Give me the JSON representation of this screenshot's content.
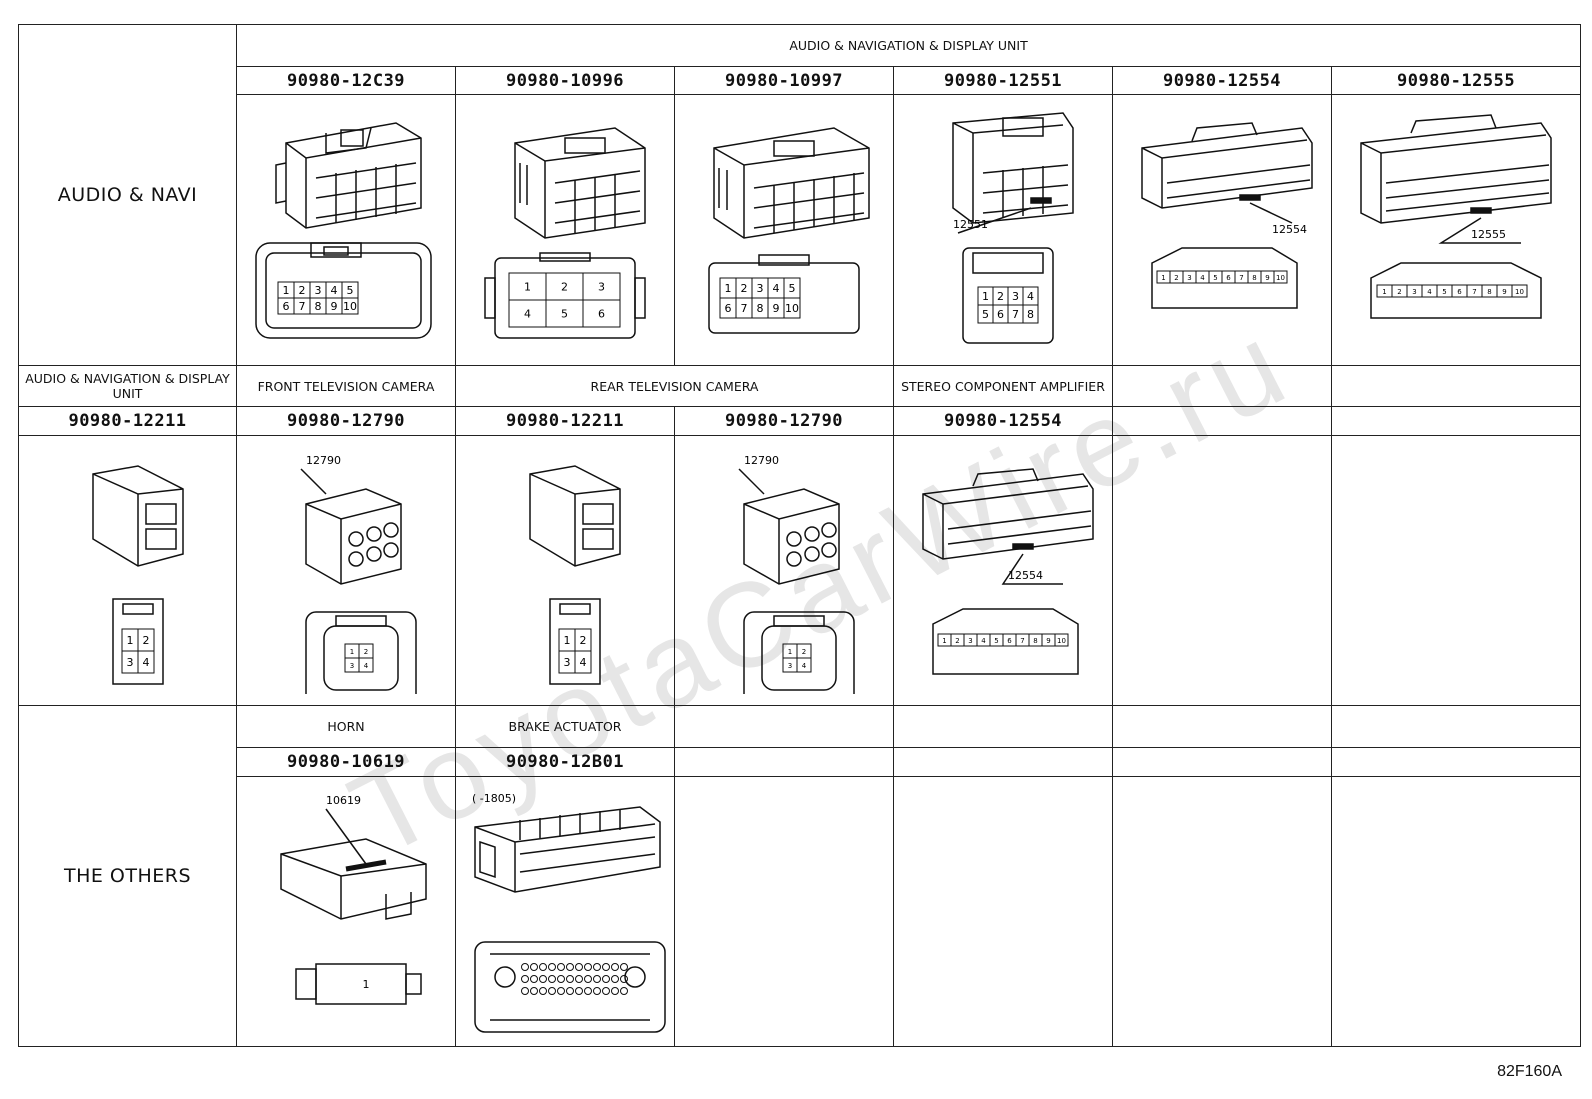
{
  "watermark": "ToyotaCarWire.ru",
  "diagram_code": "82F160A",
  "sections": {
    "audio_navi": "AUDIO & NAVI",
    "others": "THE OTHERS"
  },
  "headers": {
    "audio_nav_display_unit": "AUDIO & NAVIGATION & DISPLAY UNIT",
    "front_tv_camera": "FRONT TELEVISION CAMERA",
    "rear_tv_camera": "REAR TELEVISION CAMERA",
    "stereo_amp": "STEREO COMPONENT AMPLIFIER",
    "horn": "HORN",
    "brake_actuator": "BRAKE ACTUATOR"
  },
  "parts": {
    "row1": [
      "90980-12C39",
      "90980-10996",
      "90980-10997",
      "90980-12551",
      "90980-12554",
      "90980-12555"
    ],
    "row2": [
      "90980-12211",
      "90980-12790",
      "90980-12211",
      "90980-12790",
      "90980-12554"
    ],
    "row3": [
      "90980-10619",
      "90980-12B01"
    ]
  },
  "callouts": {
    "c12551": "12551",
    "c12554": "12554",
    "c12555": "12555",
    "c12790": "12790",
    "c10619": "10619",
    "c1805": "(      -1805)"
  },
  "pins": {
    "p10": [
      "1",
      "2",
      "3",
      "4",
      "5",
      "6",
      "7",
      "8",
      "9",
      "10"
    ],
    "p6": [
      "1",
      "2",
      "3",
      "4",
      "5",
      "6"
    ],
    "p8": [
      "1",
      "2",
      "3",
      "4",
      "5",
      "6",
      "7",
      "8"
    ],
    "p4": [
      "1",
      "2",
      "3",
      "4"
    ],
    "p1": [
      "1"
    ]
  }
}
